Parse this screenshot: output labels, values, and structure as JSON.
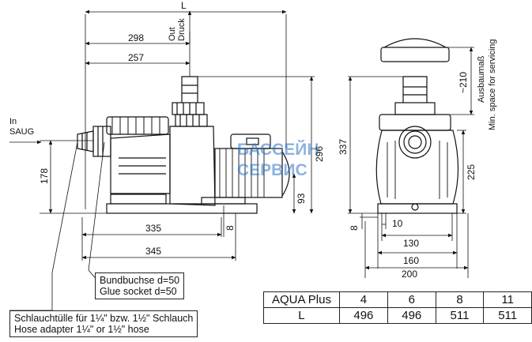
{
  "dimensions": {
    "overall_length": "L",
    "d298": "298",
    "d257": "257",
    "d296": "296",
    "d178": "178",
    "d335": "335",
    "d345": "345",
    "d93": "93",
    "d8_front": "8",
    "d337": "337",
    "d225": "225",
    "d210": "~210",
    "d8_side": "8",
    "d10": "10",
    "d130": "130",
    "d160": "160",
    "d200": "200"
  },
  "labels": {
    "inlet_en": "In",
    "inlet_de": "SAUG",
    "outlet_en": "Out",
    "outlet_de": "Druck",
    "service_de": "Ausbaumaß",
    "service_en": "Min. space for servicing"
  },
  "captions": {
    "socket_de": "Bundbuchse  d=50",
    "socket_en": "Glue socket  d=50",
    "hose_de": "Schlauchtülle für 1¼\"  bzw. 1½\" Schlauch",
    "hose_en": "Hose adapter 1¼\"  or 1½\" hose"
  },
  "table": {
    "header_label": "AQUA Plus",
    "models": [
      "4",
      "6",
      "8",
      "11"
    ],
    "row_label": "L",
    "lengths": [
      "496",
      "496",
      "511",
      "511"
    ]
  },
  "watermark": {
    "line1": "БАССЕЙН",
    "line2": "СЕРВИС"
  },
  "colors": {
    "line": "#111111",
    "watermark": "#2f74c6"
  }
}
